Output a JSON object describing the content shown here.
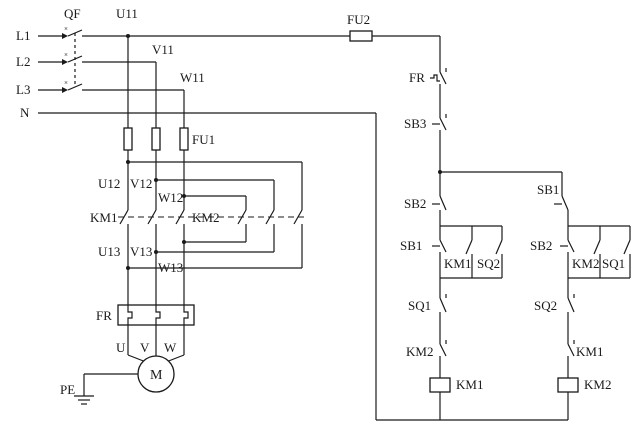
{
  "labels": {
    "l1": "L1",
    "l2": "L2",
    "l3": "L3",
    "n": "N",
    "qf": "QF",
    "u11": "U11",
    "v11": "V11",
    "w11": "W11",
    "fu1": "FU1",
    "fu2": "FU2",
    "u12": "U12",
    "v12": "V12",
    "w12": "W12",
    "km1_main": "KM1",
    "km2_main": "KM2",
    "u13": "U13",
    "v13": "V13",
    "w13": "W13",
    "fr_main": "FR",
    "u": "U",
    "v": "V",
    "w": "W",
    "motor": "M",
    "pe": "PE",
    "fr_ctrl": "FR",
    "sb3": "SB3",
    "sb2_left": "SB2",
    "sb1_right": "SB1",
    "sb1_left": "SB1",
    "km1_hold": "KM1",
    "sq2_left": "SQ2",
    "sb2_right": "SB2",
    "km2_hold": "KM2",
    "sq1_right": "SQ1",
    "sq1_left": "SQ1",
    "sq2_right": "SQ2",
    "km2_interlock": "KM2",
    "km1_interlock": "KM1",
    "km1_coil": "KM1",
    "km2_coil": "KM2"
  }
}
